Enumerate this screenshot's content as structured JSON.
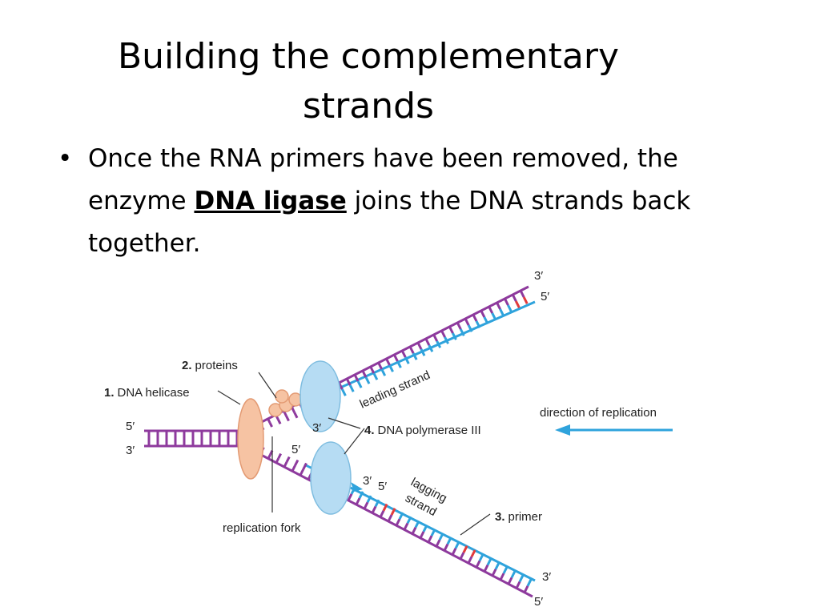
{
  "slide": {
    "title_line1": "Building the complementary",
    "title_line2": "strands",
    "bullet_symbol": "•",
    "bullet_before": "Once the RNA primers have been removed, the enzyme ",
    "bullet_bold": "DNA ligase",
    "bullet_after": " joins the DNA strands back together."
  },
  "diagram": {
    "labels": {
      "helicase_num": "1.",
      "helicase": "DNA helicase",
      "proteins_num": "2.",
      "proteins": "proteins",
      "primer_num": "3.",
      "primer": "primer",
      "polymerase_num": "4.",
      "polymerase": "DNA polymerase III",
      "leading": "leading strand",
      "lagging_1": "lagging",
      "lagging_2": "strand",
      "direction": "direction of replication",
      "fork": "replication fork",
      "end_5_left": "5′",
      "end_3_left": "3′",
      "end_3_top": "3′",
      "end_5_top": "5′",
      "end_3_bottom": "3′",
      "end_5_bottom": "5′",
      "pol_3_top": "3′",
      "pol_5_lower": "5′",
      "lag_3": "3′",
      "lag_5": "5′"
    },
    "colors": {
      "parent": "#8e3a9d",
      "new": "#2fa3dc",
      "primer": "#e23b3b",
      "helicase": "#f6c3a3",
      "polymerase": "#b6dcf3",
      "arrow": "#2fa3dc"
    }
  }
}
